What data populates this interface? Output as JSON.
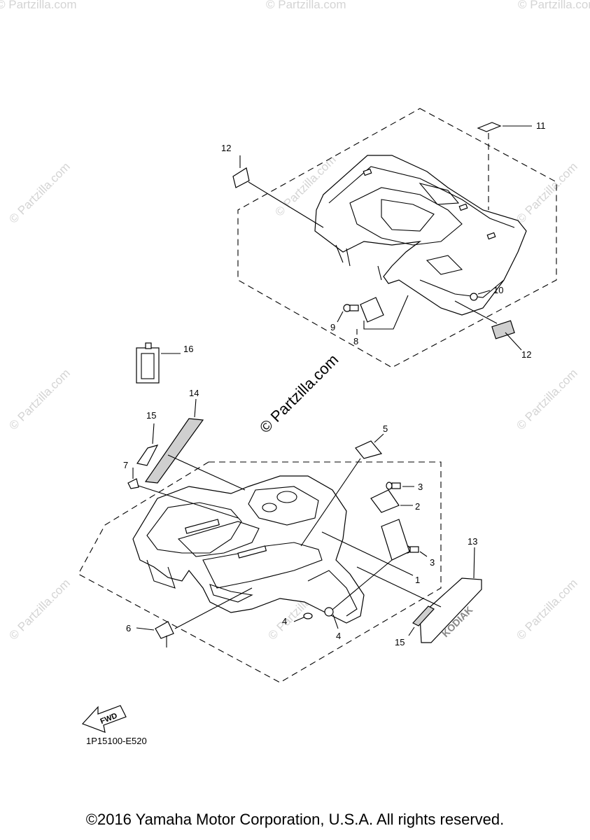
{
  "watermark_text": "© Partzilla.com",
  "center_watermark": "© Partzilla.com",
  "callouts": [
    "1",
    "2",
    "3",
    "3",
    "4",
    "4",
    "5",
    "6",
    "7",
    "8",
    "9",
    "10",
    "11",
    "12",
    "12",
    "13",
    "14",
    "15",
    "15",
    "16"
  ],
  "fwd_label": "FWD",
  "decal_text": "KODIAK",
  "reference_code": "1P15100-E520",
  "copyright": "©2016 Yamaha Motor Corporation, U.S.A. All rights reserved."
}
